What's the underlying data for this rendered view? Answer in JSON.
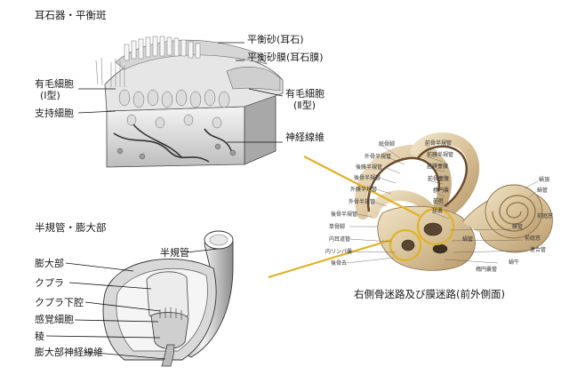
{
  "otolith": {
    "title": "耳石器・平衡斑",
    "labels": {
      "statoconia": "平衡砂(耳石)",
      "otolithic_membrane": "平衡砂膜(耳石膜)",
      "hair_cell_type1": "有毛細胞",
      "hair_cell_type1_sub": "(Ⅰ型)",
      "supporting_cell": "支持細胞",
      "hair_cell_type2": "有毛細胞",
      "hair_cell_type2_sub": "(Ⅱ型)",
      "nerve_fiber": "神経線維"
    }
  },
  "ampulla": {
    "title": "半規管・膨大部",
    "labels": {
      "semicircular_canal": "半規管",
      "ampulla": "膨大部",
      "cupula": "クプラ",
      "subcupular_space": "クプラ下腔",
      "sensory_cell": "感覚細胞",
      "crista": "稜",
      "ampullary_nerve": "膨大部神経線維"
    }
  },
  "labyrinth": {
    "caption": "右側骨迷路及び膜迷路(前外側面)",
    "accent_color": "#e0b227",
    "labels": {
      "l1": "総骨脚",
      "l2": "外骨半規管",
      "l3": "後膜半規管",
      "l4": "後骨半規管",
      "l5": "外膜半規管",
      "l6": "外骨半規管",
      "l7": "後骨半規管",
      "l8": "単骨脚",
      "l9": "内耳道管",
      "l10": "内リンパ嚢",
      "l11": "後骨去",
      "l12": "前骨半規管",
      "l13": "前膜半規管",
      "l14": "前膜壷腹",
      "l15": "前骨壷腹",
      "l16": "楕円嚢",
      "l17": "前庭",
      "l18": "球嚢",
      "l19": "膜管",
      "l20": "前庭窓",
      "l21": "連合管",
      "l22": "楕円嚢管",
      "l23": "蝸牛",
      "l24": "蝸頂",
      "l25": "蝸管",
      "l26": "前庭窓",
      "l27": "蝸管"
    }
  }
}
